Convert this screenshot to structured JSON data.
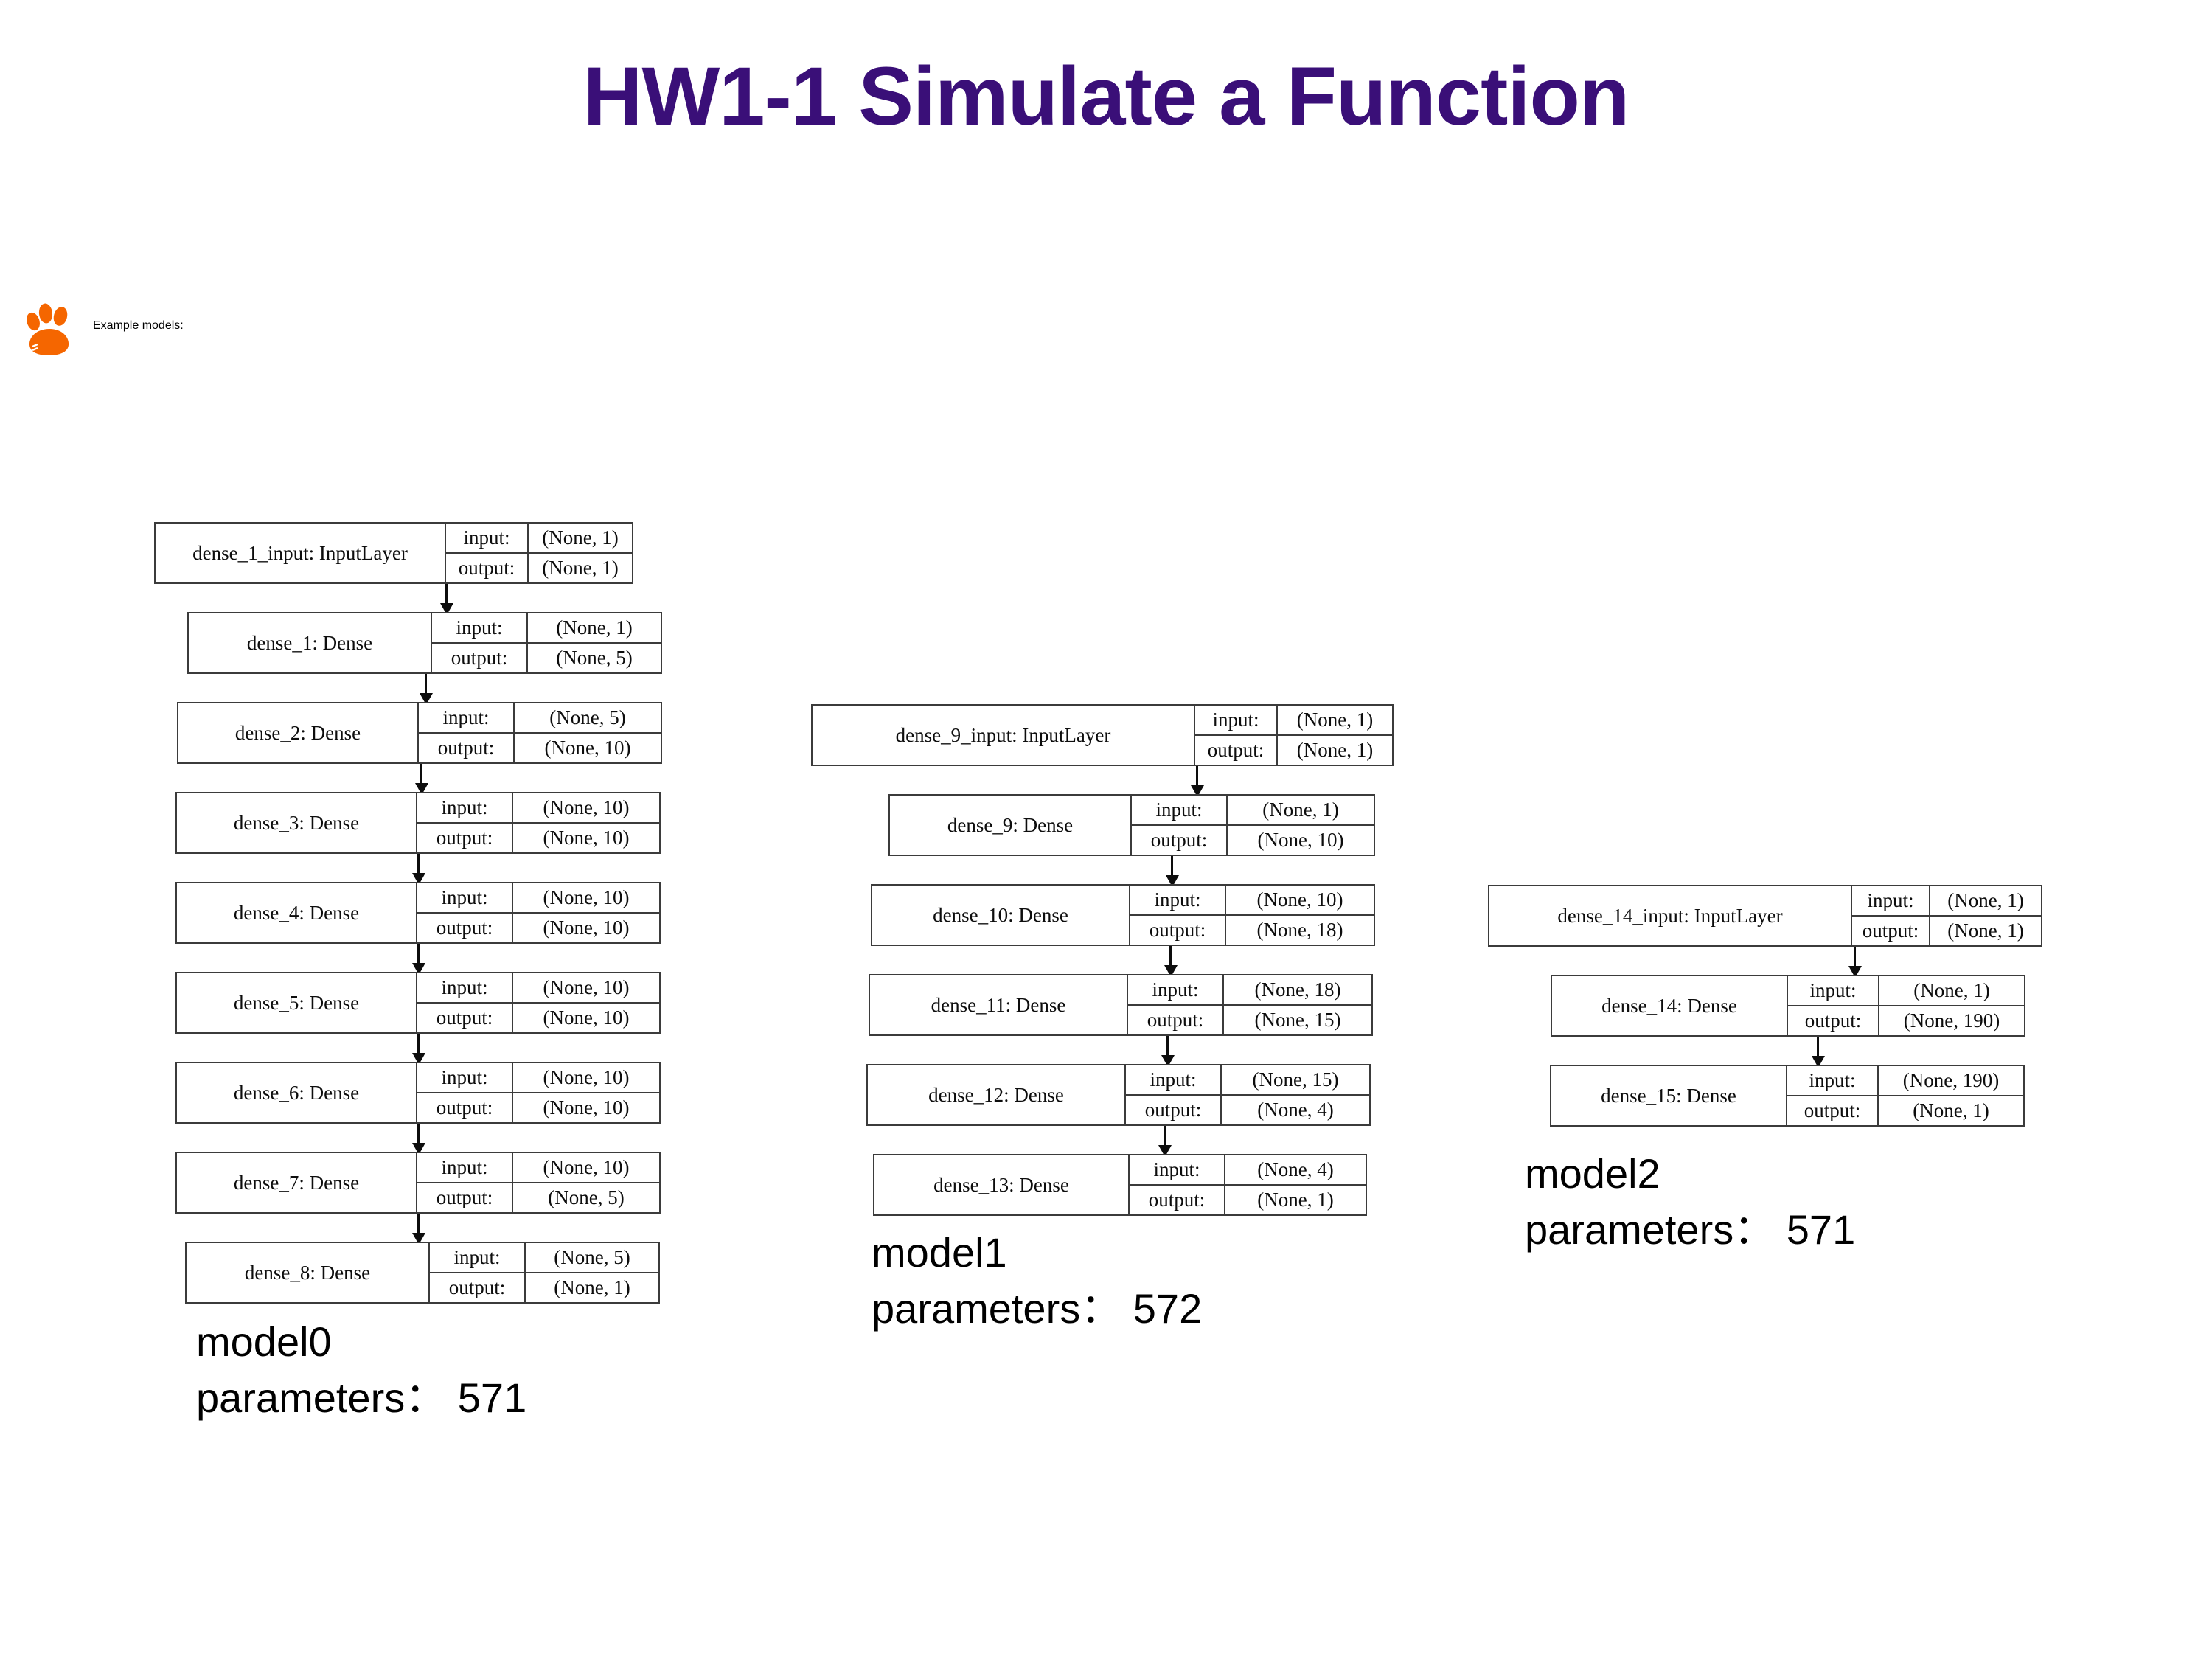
{
  "slide": {
    "title": "HW1-1 Simulate a Function",
    "title_color": "#3a0f78",
    "bullet": {
      "icon": "tiger-paw-icon",
      "icon_color": "#F56600",
      "text": "Example models:"
    }
  },
  "io_labels": {
    "input": "input:",
    "output": "output:"
  },
  "models": [
    {
      "id": "model0",
      "caption_name": "model0",
      "caption_params": "parameters： 571",
      "nodes": [
        {
          "name": "dense_1_input: InputLayer",
          "input": "(None, 1)",
          "output": "(None, 1)"
        },
        {
          "name": "dense_1: Dense",
          "input": "(None, 1)",
          "output": "(None, 5)"
        },
        {
          "name": "dense_2: Dense",
          "input": "(None, 5)",
          "output": "(None, 10)"
        },
        {
          "name": "dense_3: Dense",
          "input": "(None, 10)",
          "output": "(None, 10)"
        },
        {
          "name": "dense_4: Dense",
          "input": "(None, 10)",
          "output": "(None, 10)"
        },
        {
          "name": "dense_5: Dense",
          "input": "(None, 10)",
          "output": "(None, 10)"
        },
        {
          "name": "dense_6: Dense",
          "input": "(None, 10)",
          "output": "(None, 10)"
        },
        {
          "name": "dense_7: Dense",
          "input": "(None, 10)",
          "output": "(None, 5)"
        },
        {
          "name": "dense_8: Dense",
          "input": "(None, 5)",
          "output": "(None, 1)"
        }
      ]
    },
    {
      "id": "model1",
      "caption_name": "model1",
      "caption_params": "parameters： 572",
      "nodes": [
        {
          "name": "dense_9_input: InputLayer",
          "input": "(None, 1)",
          "output": "(None, 1)"
        },
        {
          "name": "dense_9: Dense",
          "input": "(None, 1)",
          "output": "(None, 10)"
        },
        {
          "name": "dense_10: Dense",
          "input": "(None, 10)",
          "output": "(None, 18)"
        },
        {
          "name": "dense_11: Dense",
          "input": "(None, 18)",
          "output": "(None, 15)"
        },
        {
          "name": "dense_12: Dense",
          "input": "(None, 15)",
          "output": "(None, 4)"
        },
        {
          "name": "dense_13: Dense",
          "input": "(None, 4)",
          "output": "(None, 1)"
        }
      ]
    },
    {
      "id": "model2",
      "caption_name": "model2",
      "caption_params": "parameters： 571",
      "nodes": [
        {
          "name": "dense_14_input: InputLayer",
          "input": "(None, 1)",
          "output": "(None, 1)"
        },
        {
          "name": "dense_14: Dense",
          "input": "(None, 1)",
          "output": "(None, 190)"
        },
        {
          "name": "dense_15: Dense",
          "input": "(None, 190)",
          "output": "(None, 1)"
        }
      ]
    }
  ]
}
